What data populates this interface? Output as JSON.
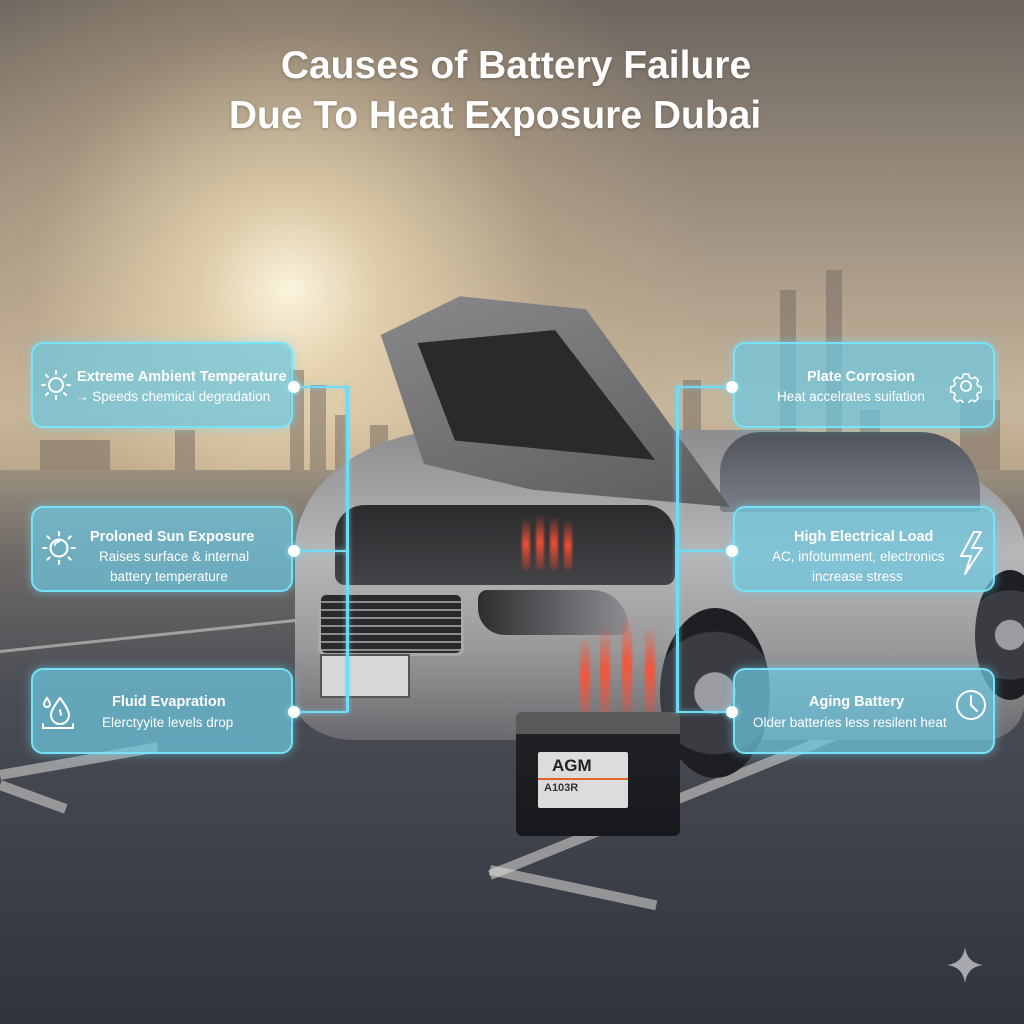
{
  "title": {
    "line1": "Causes of Battery Failure",
    "line2": "Due To Heat Exposure Dubai"
  },
  "left_cards": [
    {
      "title": "Extreme Ambient Temperature",
      "desc": "→ Speeds chemical degradation",
      "icon": "sun-icon"
    },
    {
      "title": "Proloned Sun Exposure",
      "desc_line1": "Raises surface & internal",
      "desc_line2": "battery temperature",
      "icon": "sun-icon"
    },
    {
      "title": "Fluid Evapration",
      "desc": "Elerctyyite levels drop",
      "icon": "water-drop-icon"
    }
  ],
  "right_cards": [
    {
      "title": "Plate Corrosion",
      "desc": "Heat accelrates suifation",
      "icon": "gear-icon"
    },
    {
      "title": "High Electrical Load",
      "desc_line1": "AC, infotumment, electronics",
      "desc_line2": "increase stress",
      "icon": "lightning-icon"
    },
    {
      "title": "Aging Battery",
      "desc": "Older batteries less resilent heat",
      "icon": "clock-icon"
    }
  ],
  "battery": {
    "brand": "AGM",
    "model": "A103R"
  },
  "colors": {
    "card_fill": "#6ec8e1",
    "card_border": "#78e6fa",
    "connector": "#6fdcf4",
    "heat_waves": "#ff5032"
  },
  "corner_mark": "sparkle-icon"
}
